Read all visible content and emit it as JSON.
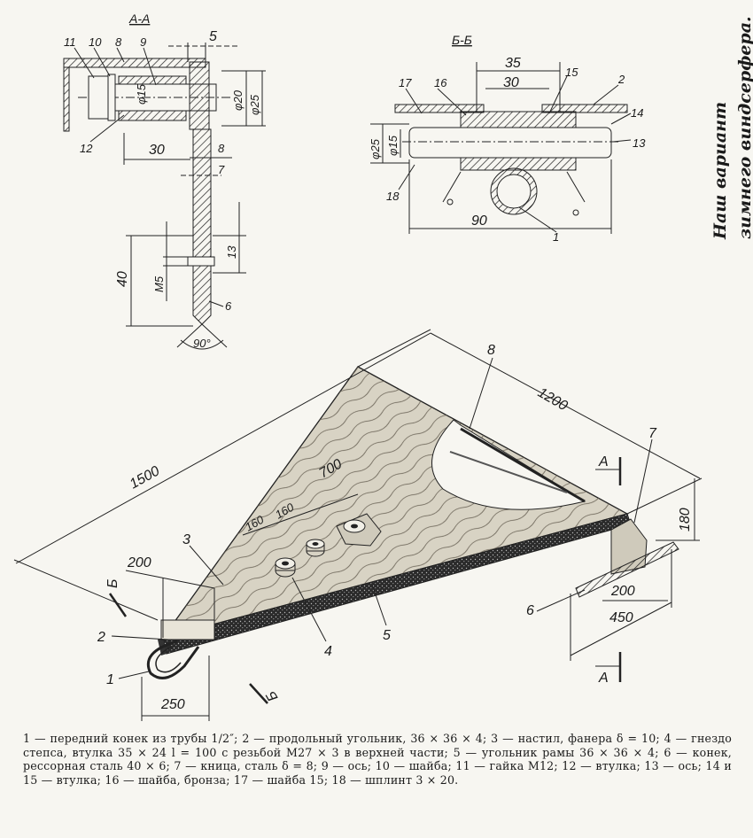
{
  "sections": {
    "aa_title": "А-А",
    "bb_title": "Б-Б"
  },
  "side_caption": {
    "line1": "Наш вариант",
    "line2": "зимнего виндсерфера."
  },
  "dims_aa": {
    "d5": "5",
    "d_phi15": "φ15",
    "d_phi20": "φ20",
    "d_phi25": "φ25",
    "d30": "30",
    "d8": "8",
    "d7": "7",
    "d13": "13",
    "d40": "40",
    "m5": "M5",
    "angle": "90°"
  },
  "parts_aa": [
    "11",
    "10",
    "8",
    "9",
    "12",
    "6"
  ],
  "dims_bb": {
    "d35": "35",
    "d30": "30",
    "d_phi25": "φ25",
    "d_phi15": "φ15",
    "d90": "90"
  },
  "parts_bb": [
    "17",
    "16",
    "15",
    "2",
    "14",
    "13",
    "18",
    "1"
  ],
  "dims_main": {
    "d1500": "1500",
    "d1200": "1200",
    "d700": "700",
    "d160a": "160",
    "d160b": "160",
    "d200": "200",
    "d250": "250",
    "d180": "180",
    "d200b": "200",
    "d450": "450",
    "cut_a": "А",
    "cut_a2": "А",
    "cut_b": "Б",
    "cut_b2": "Б"
  },
  "parts_main": [
    "8",
    "7",
    "3",
    "4",
    "5",
    "2",
    "1",
    "6"
  ],
  "legend": "1 — передний конек из трубы 1/2″; 2 — продольный угольник, 36 × 36 × 4; 3 — настил, фанера δ = 10; 4 — гнездо степса, втулка 35 × 24 l = 100 с резьбой М27 × 3 в верхней части; 5 — угольник рамы 36 × 36 × 4; 6 — конек, рессорная сталь 40 × 6; 7 — кница, сталь δ = 8; 9 — ось; 10 — шайба; 11 — гайка М12; 12 — втулка; 13 — ось; 14 и 15 — втулка; 16 — шайба, бронза; 17 — шайба 15; 18 — шплинт 3 × 20."
}
